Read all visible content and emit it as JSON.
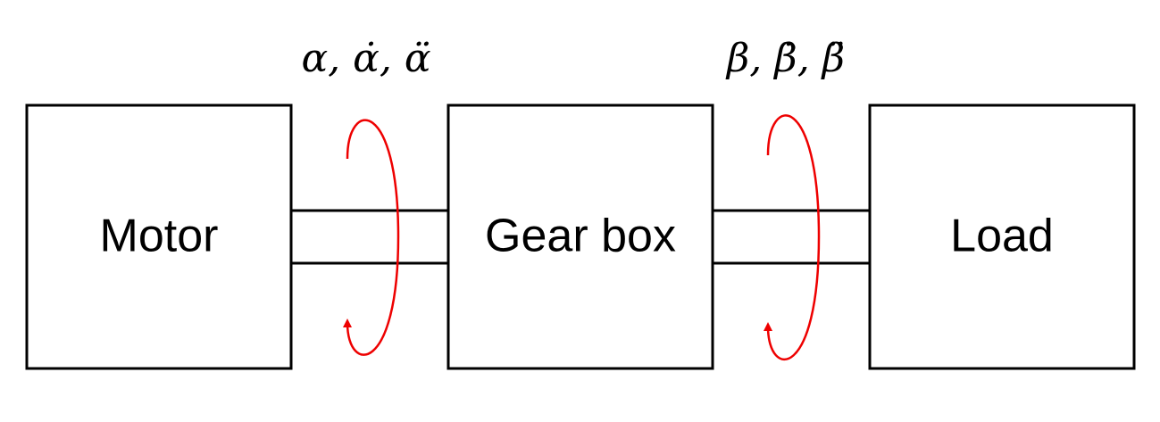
{
  "blocks": {
    "motor": "Motor",
    "gearbox": "Gear box",
    "load": "Load"
  },
  "rotations": {
    "input": "α, α̇, α̈",
    "output": "β, β̇, β̈"
  },
  "colors": {
    "rotation_arrow": "#ee0000",
    "outline": "#000000"
  }
}
